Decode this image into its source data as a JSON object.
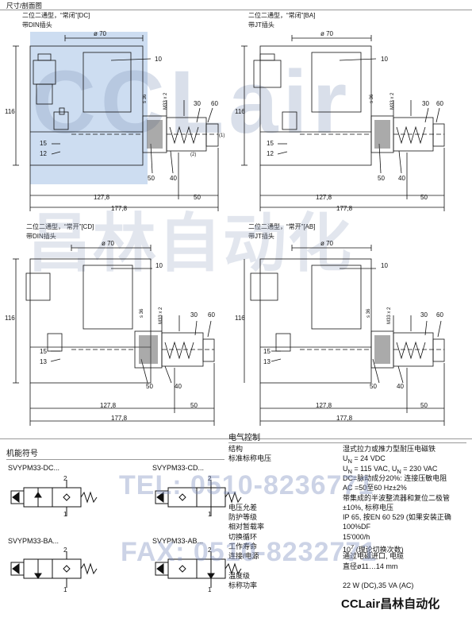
{
  "header": {
    "title": "尺寸/剖面图"
  },
  "drawings": [
    {
      "label": "二位二通型，“常闭”[DC]",
      "sublabel": "带DIN插头"
    },
    {
      "label": "二位二通型，“常闭”[BA]",
      "sublabel": "带JT插头"
    },
    {
      "label": "二位二通型，“常开”[CD]",
      "sublabel": "带DIN插头"
    },
    {
      "label": "二位二通型，“常开”[AB]",
      "sublabel": "带JT插头"
    }
  ],
  "dims": {
    "d70": "ø 70",
    "d36": "s 36",
    "m33": "M33 x 2",
    "h116": "116",
    "w127": "127,8",
    "w50": "50",
    "w177": "177,8",
    "p1": "(1)",
    "p2": "(2)"
  },
  "balloons": {
    "b10": "10",
    "b12": "12",
    "b13": "13",
    "b15": "15",
    "b30": "30",
    "b40": "40",
    "b50": "50",
    "b60": "60"
  },
  "watermark": {
    "brand": "CCLair",
    "cn": "昌林自动化",
    "tel": "TEL: 0510-8236771",
    "fax": "FAX: 0510-8232771"
  },
  "symbols": {
    "title": "机能符号",
    "items": [
      {
        "model": "SVYPM33-DC..."
      },
      {
        "model": "SVYPM33-CD..."
      },
      {
        "model": "SVYPM33-BA..."
      },
      {
        "model": "SVYPM33-AB..."
      }
    ],
    "port2": "2",
    "port1": "1"
  },
  "electrical": {
    "title": "电气控制",
    "rows": [
      {
        "k": "结构",
        "v": "湿式拉力或推力型耐压电磁铁"
      },
      {
        "k": "标准标称电压",
        "v": "U<sub>N</sub>  =  24 VDC"
      },
      {
        "k": "",
        "v": "U<sub>N</sub>  =  115 VAC, U<sub>N</sub>  = 230 VAC"
      },
      {
        "k": "",
        "v": "DC=脉动成分20%: 连接压敏电阻"
      },
      {
        "k": "",
        "v": "AC =50至60 Hz±2%"
      },
      {
        "k": "",
        "v": "带集成的半波整流器和复位二极管"
      },
      {
        "k": "电压允差",
        "v": "±10%, 标称电压"
      },
      {
        "k": "防护等级",
        "v": "IP 65, 按EN 60 529 (如果安装正确"
      },
      {
        "k": "相对暂载率",
        "v": "100%DF"
      },
      {
        "k": "切换循环",
        "v": "15'000/h"
      },
      {
        "k": "工作寿命",
        "v": "10<sup>7</sup> (理论切换次数)"
      },
      {
        "k": "连接/电源",
        "v": "通过电磁进口, 电缆"
      },
      {
        "k": "",
        "v": "直径ø11…14 mm"
      },
      {
        "k": "温度级",
        "v": ""
      },
      {
        "k": "标称功率",
        "v": "22 W (DC),35 VA (AC)"
      }
    ]
  },
  "colors": {
    "highlight": "#bcd2ec",
    "watermark": "#7f94bd"
  }
}
